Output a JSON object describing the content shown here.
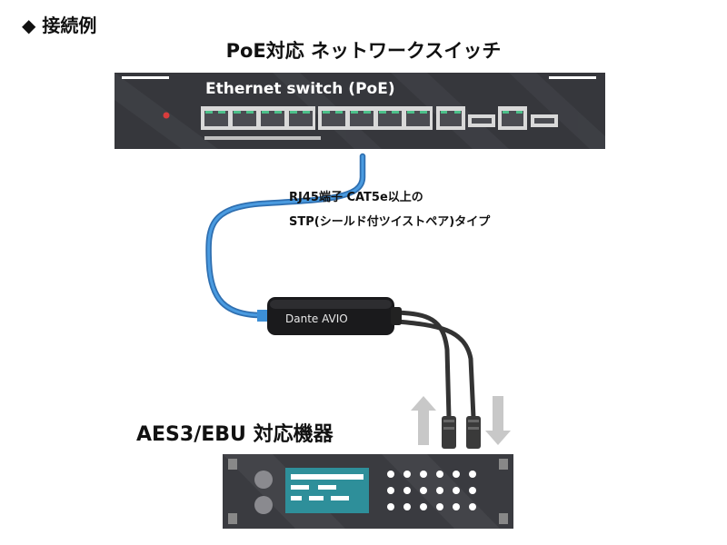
{
  "heading": {
    "marker": "◆",
    "text": "接続例"
  },
  "switch": {
    "title": "PoE対応 ネットワークスイッチ",
    "label": "Ethernet switch (PoE)"
  },
  "cable": {
    "line1": "RJ45端子 CAT5e以上の",
    "line2": "STP(シールド付ツイストペア)タイプ"
  },
  "adapter": {
    "label": "Dante AVIO"
  },
  "aes_device": {
    "title": "AES3/EBU 対応機器"
  },
  "colors": {
    "switch_body": "#3a3b40",
    "cable_blue": "#3d8fd6",
    "port_green": "#4cc08a",
    "aes_screen": "#2e8f9a",
    "arrow_grey": "#c8c8c8"
  }
}
